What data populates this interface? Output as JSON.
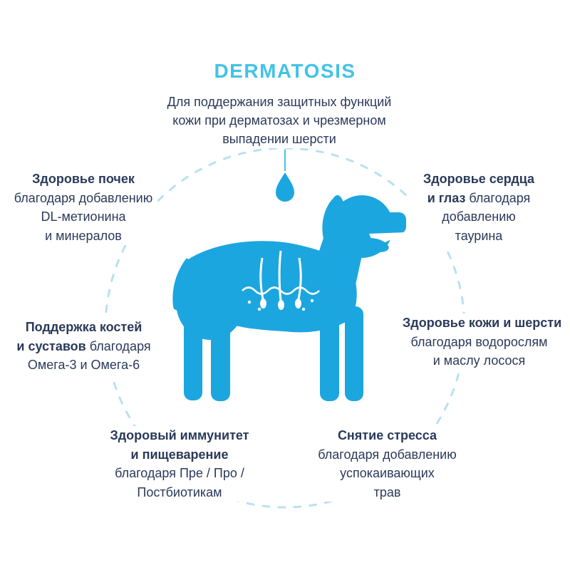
{
  "title": "DERMATOSIS",
  "subtitle": {
    "lines": [
      "Для поддержания защитных функций",
      "кожи при дерматозах и чрезмерном",
      "выпадении шерсти"
    ]
  },
  "benefits": [
    {
      "id": "kidneys",
      "lines": [
        {
          "b": "Здоровье почек",
          "r": ""
        },
        {
          "b": "",
          "r": "благодаря добавлению"
        },
        {
          "b": "",
          "r": "DL-метионина"
        },
        {
          "b": "",
          "r": "и минералов"
        }
      ]
    },
    {
      "id": "heart-eyes",
      "lines": [
        {
          "b": "Здоровье сердца",
          "r": ""
        },
        {
          "b": "и глаз ",
          "r": "благодаря"
        },
        {
          "b": "",
          "r": "добавлению"
        },
        {
          "b": "",
          "r": "таурина"
        }
      ]
    },
    {
      "id": "bones-joints",
      "lines": [
        {
          "b": "Поддержка костей",
          "r": ""
        },
        {
          "b": "и суставов ",
          "r": "благодаря"
        },
        {
          "b": "",
          "r": "Омега-3 и Омега-6"
        }
      ]
    },
    {
      "id": "skin-coat",
      "lines": [
        {
          "b": "Здоровье кожи и шерсти",
          "r": ""
        },
        {
          "b": "",
          "r": "благодаря водорослям"
        },
        {
          "b": "",
          "r": "и маслу лосося"
        }
      ]
    },
    {
      "id": "immunity-digestion",
      "lines": [
        {
          "b": "Здоровый иммунитет",
          "r": ""
        },
        {
          "b": "и пищеварение",
          "r": ""
        },
        {
          "b": "",
          "r": "благодаря Пре / Про /"
        },
        {
          "b": "",
          "r": "Постбиотикам"
        }
      ]
    },
    {
      "id": "stress",
      "lines": [
        {
          "b": "Снятие стресса",
          "r": ""
        },
        {
          "b": "",
          "r": "благодаря добавлению"
        },
        {
          "b": "",
          "r": "успокаивающих"
        },
        {
          "b": "",
          "r": "трав"
        }
      ]
    }
  ],
  "icons": {
    "center": "dog-silhouette",
    "above_dog": "droplet-icon",
    "inside_dog": "hair-follicle-icon",
    "ring": "dashed-circle"
  },
  "colors": {
    "accent": "#43C3E6",
    "dog": "#1CA6DF",
    "text": "#2A3A5A",
    "dash": "#B9E1F1",
    "bg": "#FFFFFF"
  }
}
